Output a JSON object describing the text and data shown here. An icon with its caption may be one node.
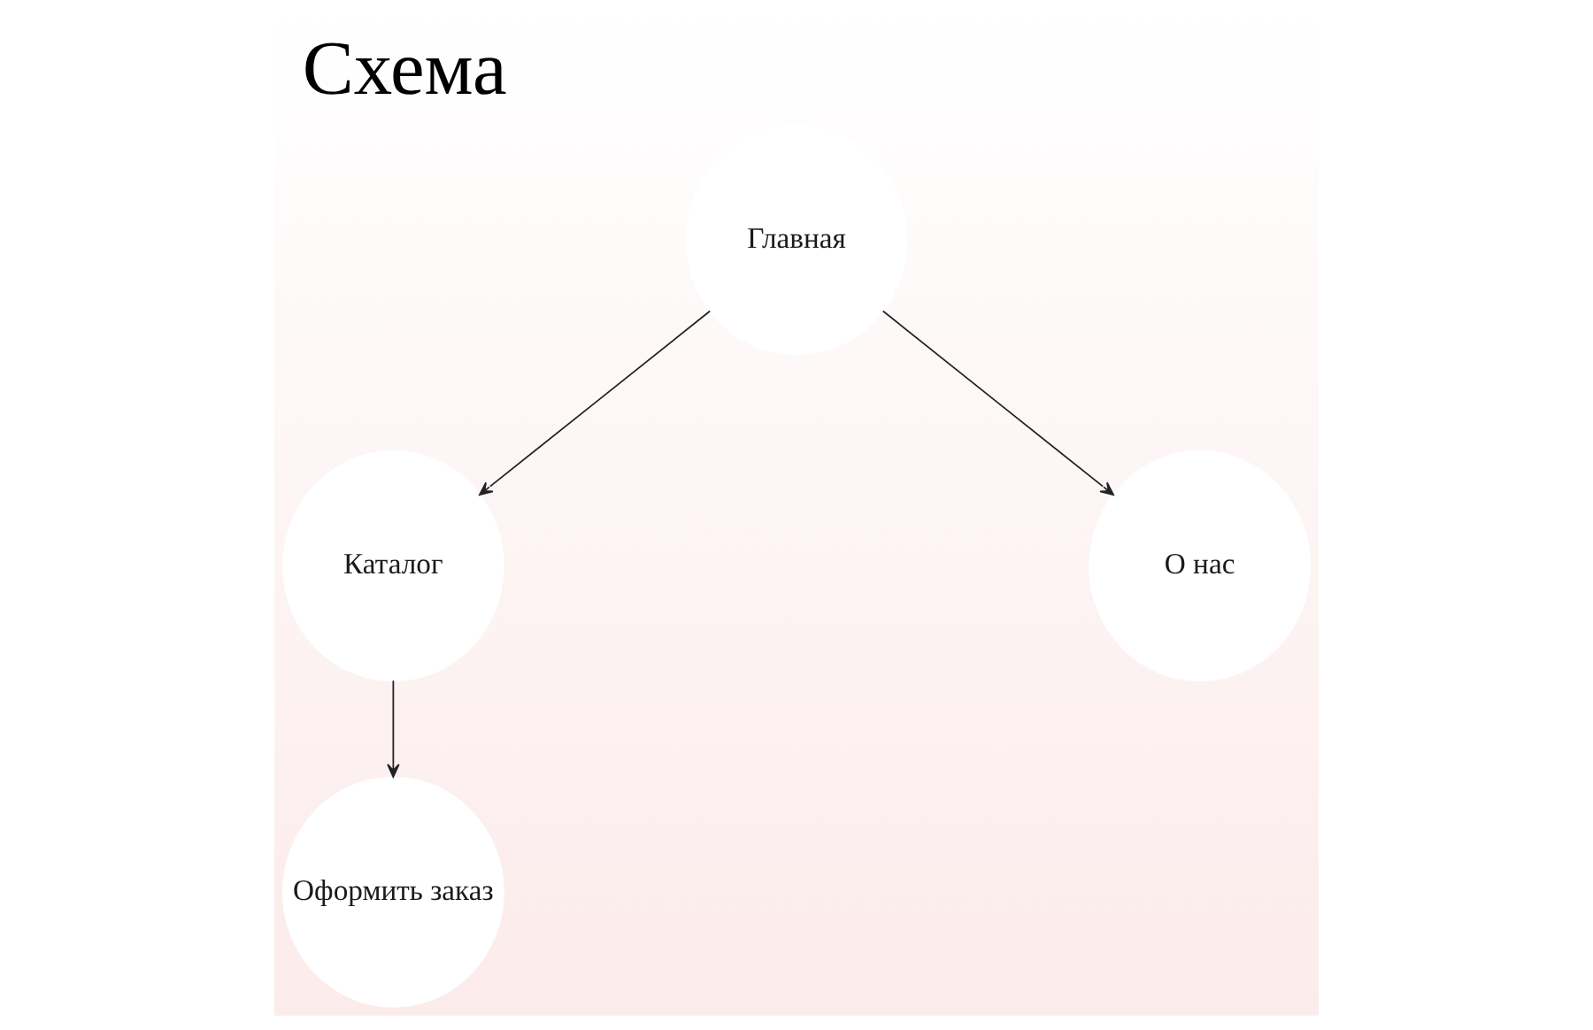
{
  "diagram": {
    "title": "Схема",
    "nodes": [
      {
        "text": [
          "Главная"
        ]
      },
      {
        "text": [
          "Каталог"
        ]
      },
      {
        "text": [
          "О нас"
        ]
      },
      {
        "text": [
          "Оформить заказ"
        ]
      }
    ],
    "edges": [
      {
        "from": 0,
        "to": 1,
        "arrow": "to"
      },
      {
        "from": 0,
        "to": 2,
        "arrow": "to"
      },
      {
        "from": 1,
        "to": 3,
        "arrow": "to"
      }
    ]
  }
}
